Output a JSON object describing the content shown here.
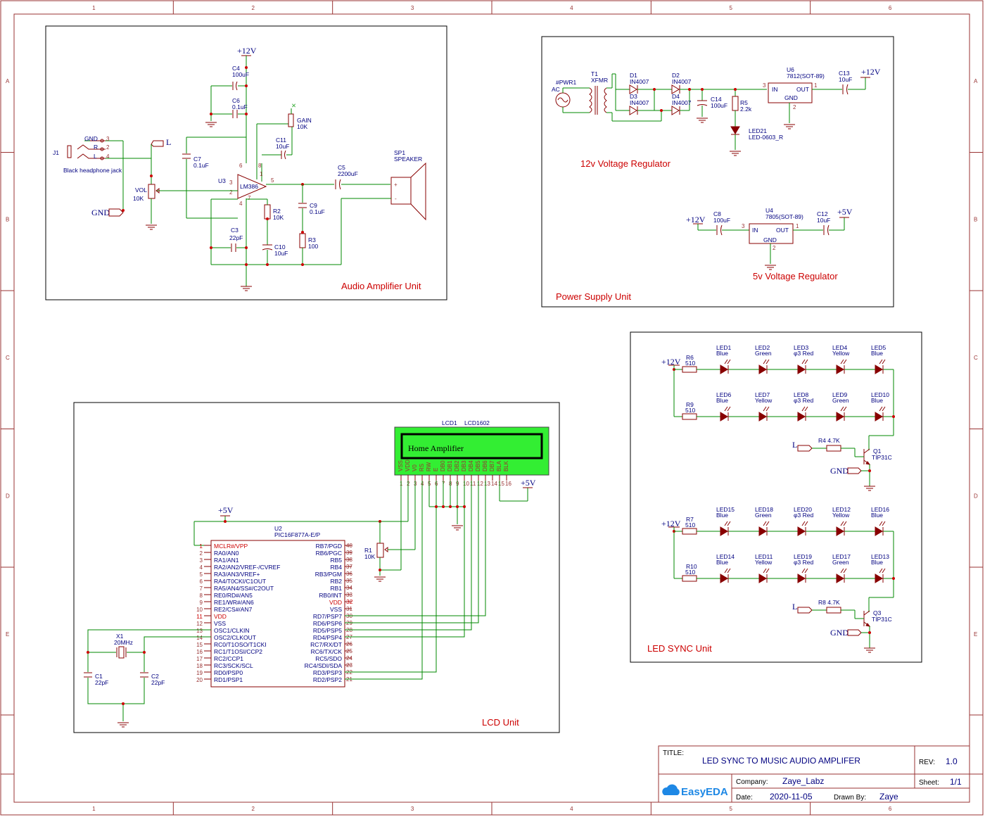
{
  "frame": {
    "col_labels": [
      "1",
      "2",
      "3",
      "4",
      "5",
      "6"
    ],
    "row_labels": [
      "A",
      "B",
      "C",
      "D",
      "E"
    ]
  },
  "title_block": {
    "title_label": "TITLE:",
    "title": "LED SYNC TO MUSIC AUDIO AMPLIFER",
    "rev_label": "REV:",
    "rev": "1.0",
    "company_label": "Company:",
    "company": "Zaye_Labz",
    "sheet_label": "Sheet:",
    "sheet": "1/1",
    "date_label": "Date:",
    "date": "2020-11-05",
    "drawn_label": "Drawn By:",
    "drawn_by": "Zaye",
    "logo": "EasyEDA"
  },
  "audio": {
    "unit_title": "Audio Amplifier Unit",
    "vcc": "+12V",
    "gnd": "GND",
    "net_l": "L",
    "j1": "J1",
    "j1_desc": "Black headphone jack",
    "j1_pins": [
      "GND",
      "R",
      "L"
    ],
    "j1_nums": [
      "3",
      "2",
      "4"
    ],
    "c4": "C4",
    "c4_val": "100uF",
    "c6": "C6",
    "c6_val": "0.1uF",
    "gain": "GAIN",
    "gain_val": "10K",
    "c11": "C11",
    "c11_val": "10uF",
    "c7": "C7",
    "c7_val": "0.1uF",
    "u3": "U3",
    "u3_part": "LM386",
    "vol": "VOL",
    "vol_val": "10K",
    "c5": "C5",
    "c5_val": "2200uF",
    "sp1": "SP1",
    "sp1_val": "SPEAKER",
    "r2": "R2",
    "r2_val": "10K",
    "c9": "C9",
    "c9_val": "0.1uF",
    "c3": "C3",
    "c3_val": "22pF",
    "c10": "C10",
    "c10_val": "10uF",
    "r3": "R3",
    "r3_val": "100"
  },
  "power": {
    "unit_title": "Power Supply Unit",
    "reg12_title": "12v Voltage Regulator",
    "reg5_title": "5v Voltage Regulator",
    "pwr1": "#PWR1",
    "ac": "AC",
    "t1": "T1",
    "t1_val": "XFMR",
    "d1": "D1",
    "d2": "D2",
    "d3": "D3",
    "d4": "D4",
    "diode_val": "IN4007",
    "c14": "C14",
    "c14_val": "100uF",
    "r5": "R5",
    "r5_val": "2.2k",
    "led21": "LED21",
    "led21_val": "LED-0603_R",
    "u6": "U6",
    "u6_part": "7812(SOT-89)",
    "c13": "C13",
    "c13_val": "10uF",
    "out12": "+12V",
    "in12": "+12V",
    "c8": "C8",
    "c8_val": "100uF",
    "u4": "U4",
    "u4_part": "7805(SOT-89)",
    "c12": "C12",
    "c12_val": "10uF",
    "out5": "+5V",
    "reg_in": "IN",
    "reg_out": "OUT",
    "reg_gnd": "GND"
  },
  "led_sync": {
    "unit_title": "LED SYNC Unit",
    "vcc": "+12V",
    "gnd": "GND",
    "net_l": "L",
    "q_val": "TIP31C",
    "group_a": {
      "r_top": "R6",
      "r_bot": "R9",
      "r_val": "510",
      "rb": "R4 4.7K",
      "q": "Q1",
      "top": [
        [
          "LED1",
          "Blue"
        ],
        [
          "LED2",
          "Green"
        ],
        [
          "LED3",
          "φ3 Red"
        ],
        [
          "LED4",
          "Yellow"
        ],
        [
          "LED5",
          "Blue"
        ]
      ],
      "bot": [
        [
          "LED6",
          "Blue"
        ],
        [
          "LED7",
          "Yellow"
        ],
        [
          "LED8",
          "φ3 Red"
        ],
        [
          "LED9",
          "Green"
        ],
        [
          "LED10",
          "Blue"
        ]
      ]
    },
    "group_b": {
      "r_top": "R7",
      "r_bot": "R10",
      "r_val": "510",
      "rb": "R8 4.7K",
      "q": "Q3",
      "top": [
        [
          "LED15",
          "Blue"
        ],
        [
          "LED18",
          "Green"
        ],
        [
          "LED20",
          "φ3 Red"
        ],
        [
          "LED12",
          "Yellow"
        ],
        [
          "LED16",
          "Blue"
        ]
      ],
      "bot": [
        [
          "LED14",
          "Blue"
        ],
        [
          "LED11",
          "Yellow"
        ],
        [
          "LED19",
          "φ3 Red"
        ],
        [
          "LED17",
          "Green"
        ],
        [
          "LED13",
          "Blue"
        ]
      ]
    }
  },
  "lcd": {
    "unit_title": "LCD Unit",
    "lcd1": "LCD1",
    "lcd1_part": "LCD1602",
    "display_text": "Home Amplifier",
    "lcd_pins": [
      "VSS",
      "VDD",
      "V0",
      "RS",
      "RW",
      "E",
      "DB0",
      "DB1",
      "DB2",
      "DB3",
      "DB4",
      "DB5",
      "DB6",
      "DB7",
      "BLA",
      "BLK"
    ],
    "vcc_top": "+5V",
    "vcc_left": "+5V",
    "u2": "U2",
    "u2_part": "PIC16F877A-E/P",
    "left_pins": [
      [
        "1",
        "MCLR#/VPP",
        true
      ],
      [
        "2",
        "RA0/AN0",
        false
      ],
      [
        "3",
        "RA1/AN1",
        false
      ],
      [
        "4",
        "RA2/AN2/VREF-/CVREF",
        false
      ],
      [
        "5",
        "RA3/AN3/VREF+",
        false
      ],
      [
        "6",
        "RA4/T0CKI/C1OUT",
        false
      ],
      [
        "7",
        "RA5/AN4/SS#/C2OUT",
        false
      ],
      [
        "8",
        "RE0/RD#/AN5",
        false
      ],
      [
        "9",
        "RE1/WR#/AN6",
        false
      ],
      [
        "10",
        "RE2/CS#/AN7",
        false
      ],
      [
        "11",
        "VDD",
        true
      ],
      [
        "12",
        "VSS",
        false
      ],
      [
        "13",
        "OSC1/CLKIN",
        false
      ],
      [
        "14",
        "OSC2/CLKOUT",
        false
      ],
      [
        "15",
        "RC0/T1OSO/T1CKI",
        false
      ],
      [
        "16",
        "RC1/T1OSI/CCP2",
        false
      ],
      [
        "17",
        "RC2/CCP1",
        false
      ],
      [
        "18",
        "RC3/SCK/SCL",
        false
      ],
      [
        "19",
        "RD0/PSP0",
        false
      ],
      [
        "20",
        "RD1/PSP1",
        false
      ]
    ],
    "right_pins": [
      [
        "40",
        "RB7/PGD",
        false
      ],
      [
        "39",
        "RB6/PGC",
        false
      ],
      [
        "38",
        "RB5",
        false
      ],
      [
        "37",
        "RB4",
        false
      ],
      [
        "36",
        "RB3/PGM",
        false
      ],
      [
        "35",
        "RB2",
        false
      ],
      [
        "34",
        "RB1",
        false
      ],
      [
        "33",
        "RB0/INT",
        false
      ],
      [
        "32",
        "VDD",
        true
      ],
      [
        "31",
        "VSS",
        false
      ],
      [
        "30",
        "RD7/PSP7",
        false
      ],
      [
        "29",
        "RD6/PSP6",
        false
      ],
      [
        "28",
        "RD5/PSP5",
        false
      ],
      [
        "27",
        "RD4/PSP4",
        false
      ],
      [
        "26",
        "RC7/RX/DT",
        false
      ],
      [
        "25",
        "RC6/TX/CK",
        false
      ],
      [
        "24",
        "RC5/SDO",
        false
      ],
      [
        "23",
        "RC4/SDI/SDA",
        false
      ],
      [
        "22",
        "RD3/PSP3",
        false
      ],
      [
        "21",
        "RD2/PSP2",
        false
      ]
    ],
    "r1": "R1",
    "r1_val": "10K",
    "x1": "X1",
    "x1_val": "20MHz",
    "c1": "C1",
    "c1_val": "22pF",
    "c2": "C2",
    "c2_val": "22pF"
  }
}
